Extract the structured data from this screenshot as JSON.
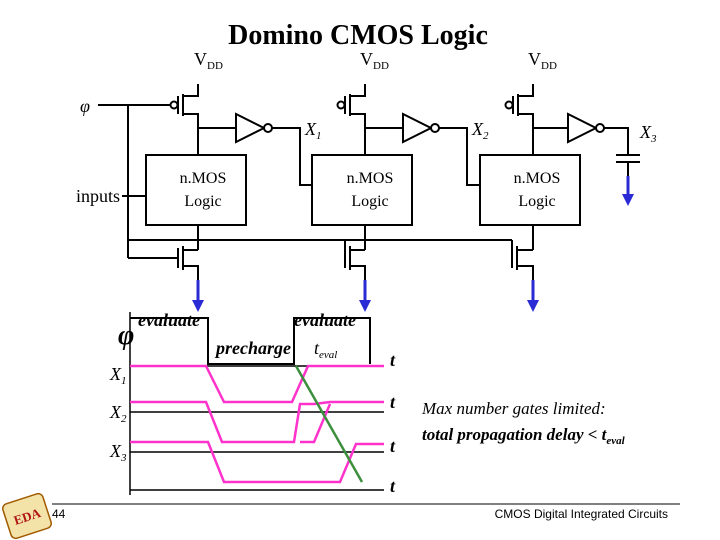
{
  "title": "Domino CMOS Logic",
  "vdd_main": "V",
  "vdd_sub": "DD",
  "phi": "φ",
  "inputs_label": "inputs",
  "nmos_line1": "n.MOS",
  "nmos_line2": "Logic",
  "x_main": "X",
  "x_subs": [
    "1",
    "2",
    "3"
  ],
  "evaluate": "evaluate",
  "precharge": "precharge",
  "t_eval_main": "t",
  "t_eval_sub": "eval",
  "t": "t",
  "note_line1": "Max number gates limited:",
  "note_line2_main": "total propagation delay < t",
  "note_line2_sub": "eval",
  "page_number": "44",
  "footer": "CMOS Digital Integrated Circuits",
  "logo_text": "EDA",
  "colors": {
    "wave": "#ff33cc",
    "arrow": "#2b2bd6",
    "delay_line": "#3c8f3c",
    "circuit": "#000000"
  }
}
